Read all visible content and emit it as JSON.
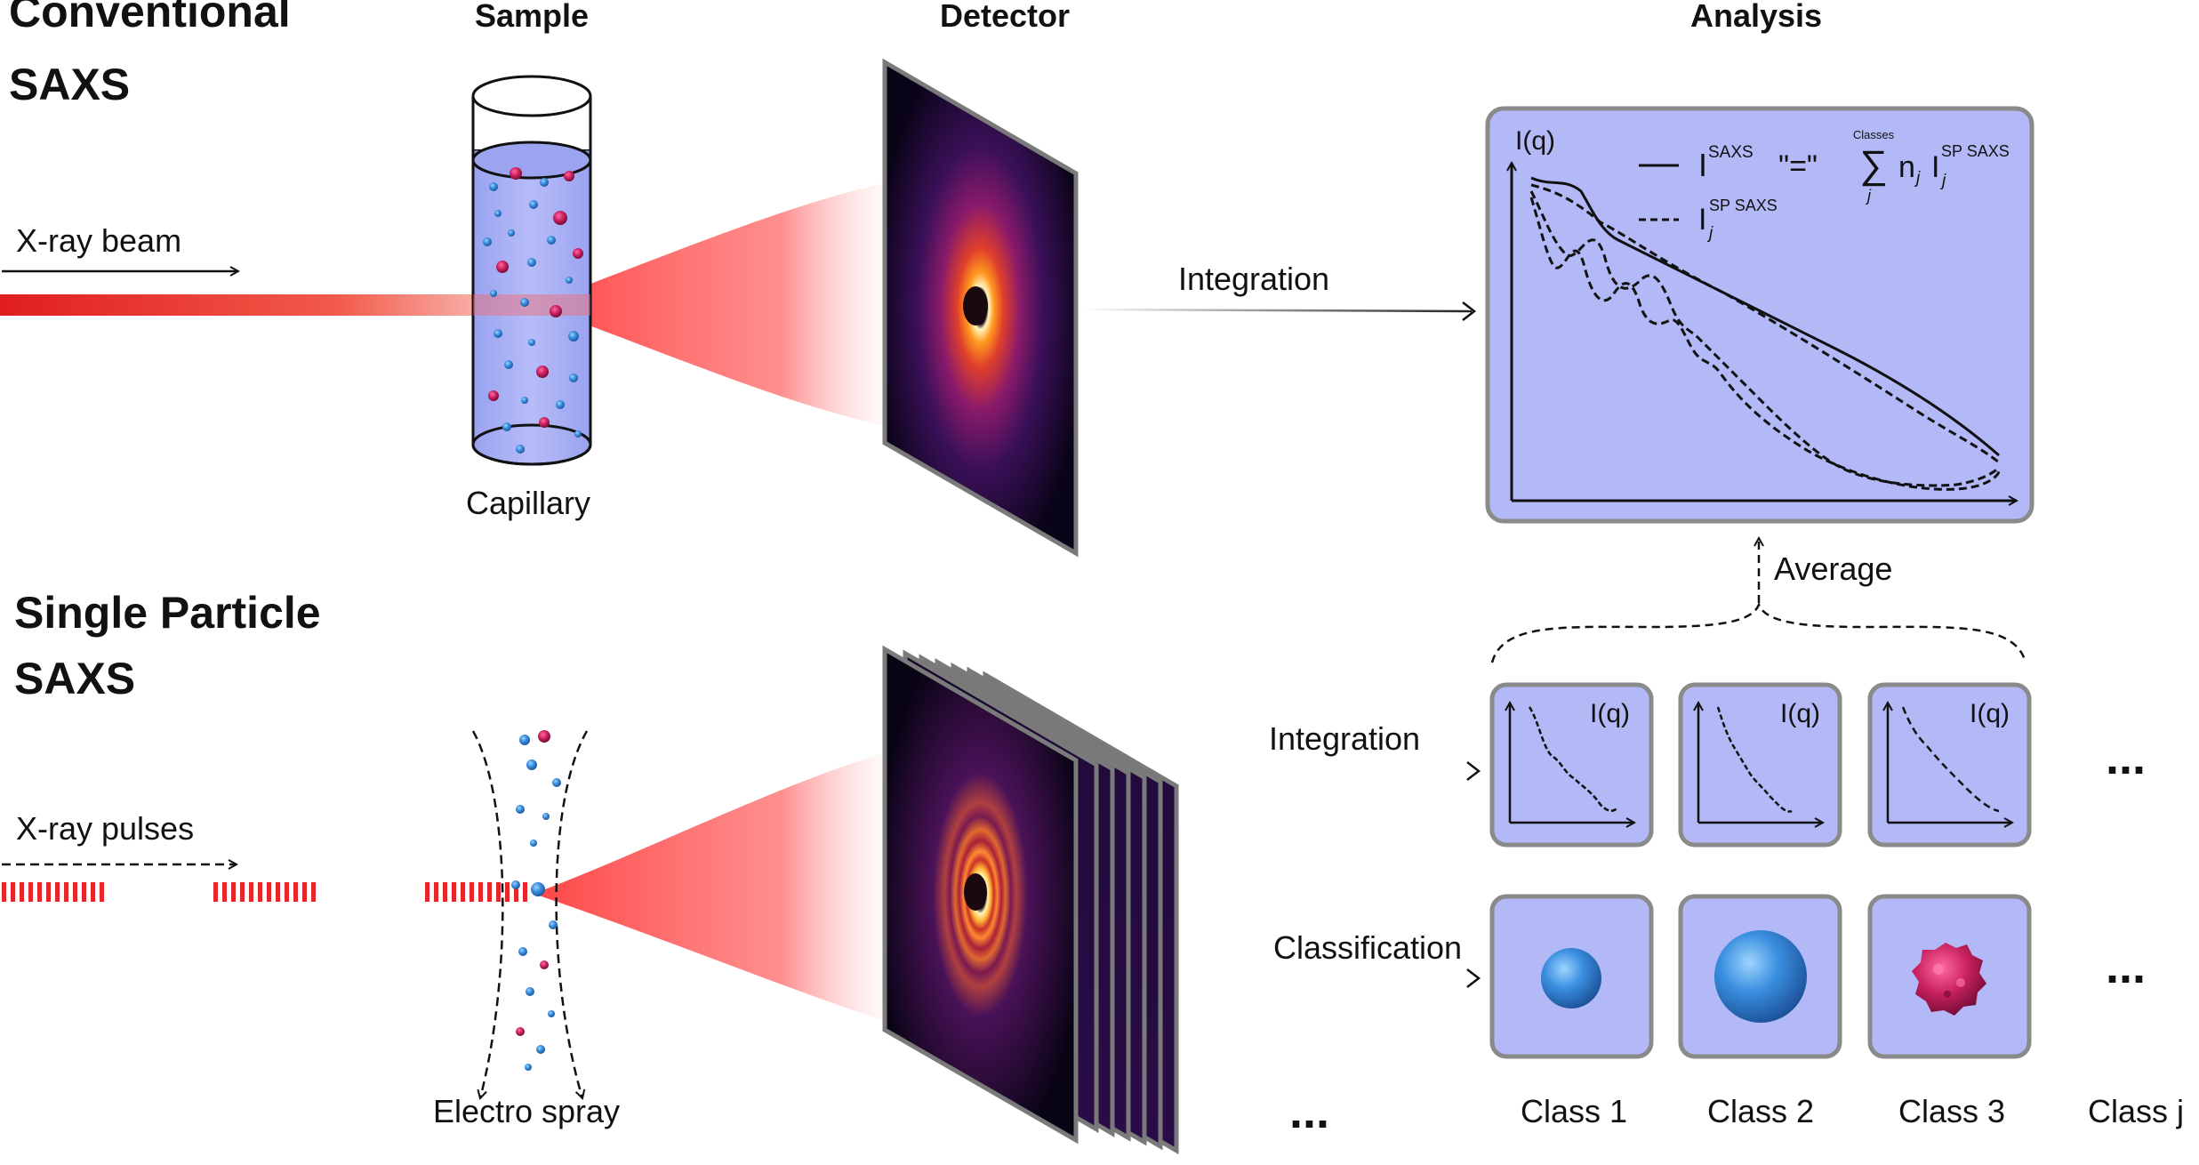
{
  "sections": {
    "conventional_title_line1": "Conventional",
    "conventional_title_line2": "SAXS",
    "single_title_line1": "Single Particle",
    "single_title_line2": "SAXS"
  },
  "column_headers": {
    "sample": "Sample",
    "detector": "Detector",
    "analysis": "Analysis"
  },
  "conventional": {
    "beam_label": "X-ray beam",
    "capillary_label": "Capillary",
    "integration_label": "Integration"
  },
  "single_particle": {
    "pulses_label": "X-ray pulses",
    "spray_label": "Electro spray",
    "integration_label": "Integration",
    "classification_label": "Classification",
    "detector_more": "...",
    "average_label": "Average"
  },
  "analysis_plot": {
    "y_axis_label": "I(q)",
    "eq_I": "I",
    "eq_saxs_sup": "SAXS",
    "eq_equals": "\"=\"",
    "eq_classes": "Classes",
    "eq_sigma": "∑",
    "eq_j": "j",
    "eq_n": "n",
    "eq_sub_j": "j",
    "eq_sp_saxs_sup": "SP SAXS",
    "legend2_I": "I",
    "legend2_sup": "SP SAXS",
    "legend2_sub": "j"
  },
  "class_plots": [
    {
      "y_label": "I(q)"
    },
    {
      "y_label": "I(q)"
    },
    {
      "y_label": "I(q)"
    }
  ],
  "classes": [
    {
      "label": "Class 1"
    },
    {
      "label": "Class 2"
    },
    {
      "label": "Class 3"
    },
    {
      "label": "Class j"
    }
  ],
  "ellipsis": "...",
  "colors": {
    "panel_fill": "#b3b8f6",
    "panel_border": "#8a8a8a",
    "beam_red": "#e8262a",
    "particle_blue": "#3e8edb",
    "particle_magenta": "#b0245a"
  }
}
